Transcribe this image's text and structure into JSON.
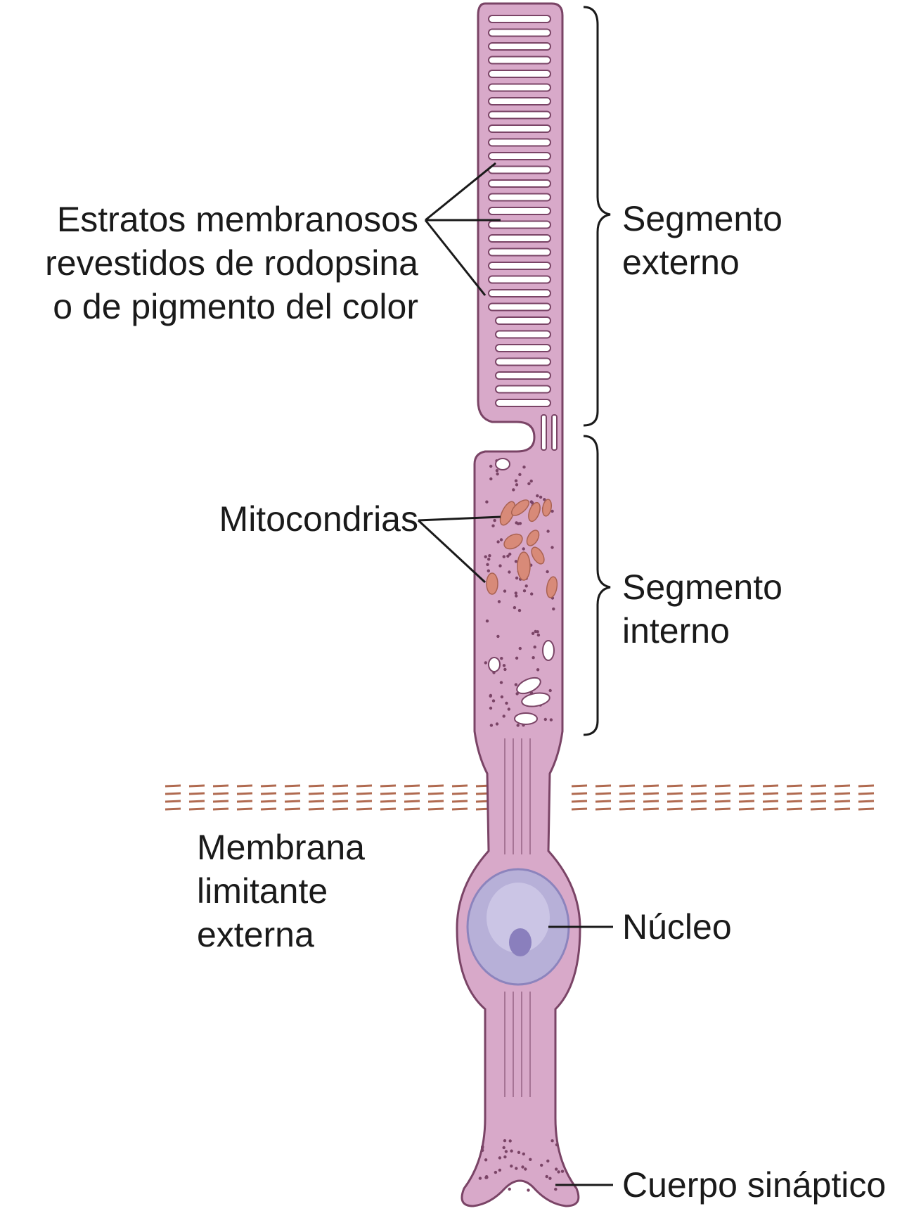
{
  "labels": {
    "strata_line1": "Estratos membranosos",
    "strata_line2": "revestidos de rodopsina",
    "strata_line3": "o de pigmento del color",
    "outer_line1": "Segmento",
    "outer_line2": "externo",
    "mito": "Mitocondrias",
    "inner_line1": "Segmento",
    "inner_line2": "interno",
    "membrane_line1": "Membrana",
    "membrane_line2": "limitante",
    "membrane_line3": "externa",
    "nucleus": "Núcleo",
    "synaptic": "Cuerpo sináptico"
  },
  "colors": {
    "cell_fill": "#d8a9c9",
    "cell_stroke": "#7a4466",
    "disc_fill": "#ffffff",
    "mito_fill": "#d88a78",
    "nucleus_fill": "#b7b0d8",
    "membrane_dash": "#b06a50",
    "leader_line": "#1a1a1a"
  }
}
